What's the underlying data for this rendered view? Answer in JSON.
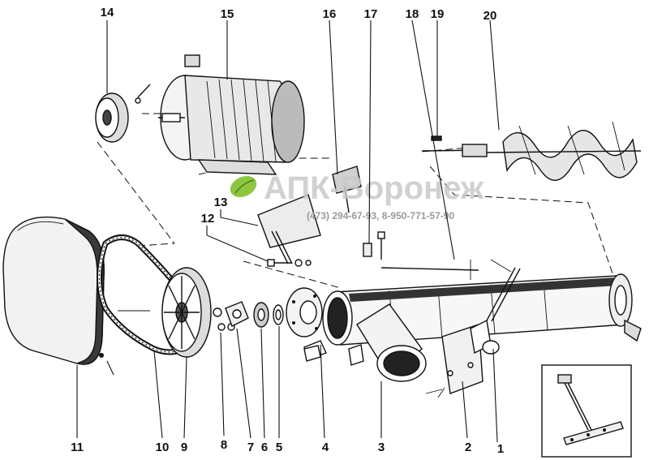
{
  "watermark": {
    "brand": "АПК-Воронеж",
    "phones": "(473) 294-67-93, 8-950-771-57-90",
    "brand_color": "#8dc63f"
  },
  "callouts": [
    {
      "id": "c1",
      "label": "1"
    },
    {
      "id": "c2",
      "label": "2"
    },
    {
      "id": "c3",
      "label": "3"
    },
    {
      "id": "c4",
      "label": "4"
    },
    {
      "id": "c5",
      "label": "5"
    },
    {
      "id": "c6",
      "label": "6"
    },
    {
      "id": "c7",
      "label": "7"
    },
    {
      "id": "c8",
      "label": "8"
    },
    {
      "id": "c9",
      "label": "9"
    },
    {
      "id": "c10",
      "label": "10"
    },
    {
      "id": "c11",
      "label": "11"
    },
    {
      "id": "c12",
      "label": "12"
    },
    {
      "id": "c13",
      "label": "13"
    },
    {
      "id": "c14",
      "label": "14"
    },
    {
      "id": "c15",
      "label": "15"
    },
    {
      "id": "c16",
      "label": "16"
    },
    {
      "id": "c17",
      "label": "17"
    },
    {
      "id": "c18",
      "label": "18"
    },
    {
      "id": "c19",
      "label": "19"
    },
    {
      "id": "c20",
      "label": "20"
    }
  ],
  "parts": [
    {
      "name": "auger-tube-1"
    },
    {
      "name": "support-bracket-2"
    },
    {
      "name": "outlet-spout-3"
    },
    {
      "name": "drive-flange-4"
    },
    {
      "name": "spacer-ring-5"
    },
    {
      "name": "bearing-6"
    },
    {
      "name": "bearing-housing-7"
    },
    {
      "name": "fasteners-8"
    },
    {
      "name": "driven-pulley-9"
    },
    {
      "name": "v-belt-10"
    },
    {
      "name": "belt-guard-11"
    },
    {
      "name": "tension-bolt-12"
    },
    {
      "name": "motor-mount-13"
    },
    {
      "name": "motor-pulley-14"
    },
    {
      "name": "electric-motor-15"
    },
    {
      "name": "mount-bracket-16"
    },
    {
      "name": "bolt-17"
    },
    {
      "name": "tie-rod-18"
    },
    {
      "name": "key-19"
    },
    {
      "name": "auger-screw-20"
    }
  ]
}
